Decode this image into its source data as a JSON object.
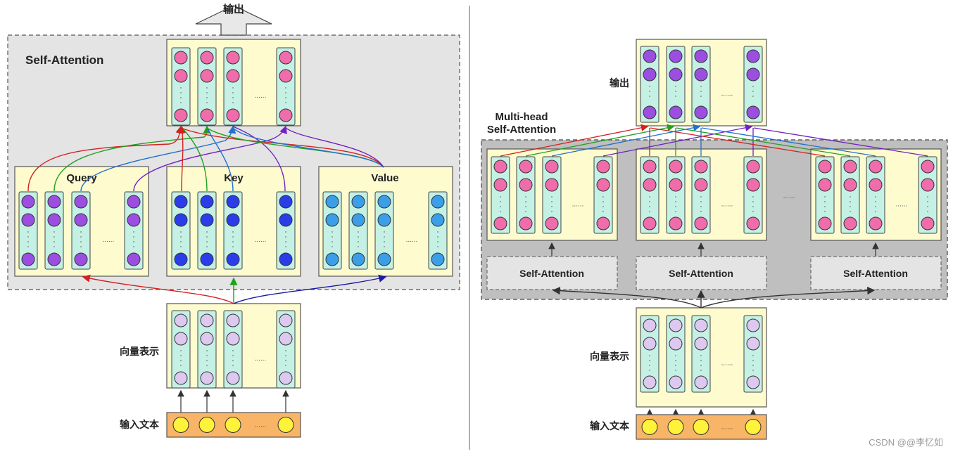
{
  "left": {
    "title": "Self-Attention",
    "output_label": "输出",
    "query_label": "Query",
    "key_label": "Key",
    "value_label": "Value",
    "vector_label": "向量表示",
    "input_label": "输入文本"
  },
  "right": {
    "output_label": "输出",
    "multihead_line1": "Multi-head",
    "multihead_line2": "Self-Attention",
    "sa_labels": [
      "Self-Attention",
      "Self-Attention",
      "Self-Attention"
    ],
    "vector_label": "向量表示",
    "input_label": "输入文本"
  },
  "ellipsis": "......",
  "watermark": "CSDN @@李忆如",
  "colors": {
    "pink": "#f06cab",
    "purple": "#9b4ee0",
    "blue": "#2b3de8",
    "lightblue": "#3a9fe8",
    "lavender": "#ddc8f0",
    "yellow": "#fff23a",
    "box_fill": "#fefccf",
    "col_fill": "#c5f1e4",
    "orange": "#f8b567",
    "arrow_red": "#d42020",
    "arrow_green": "#20a020",
    "arrow_blue": "#2070d0",
    "arrow_purple": "#7020c0",
    "arrow_navy": "#1a1aa8"
  }
}
